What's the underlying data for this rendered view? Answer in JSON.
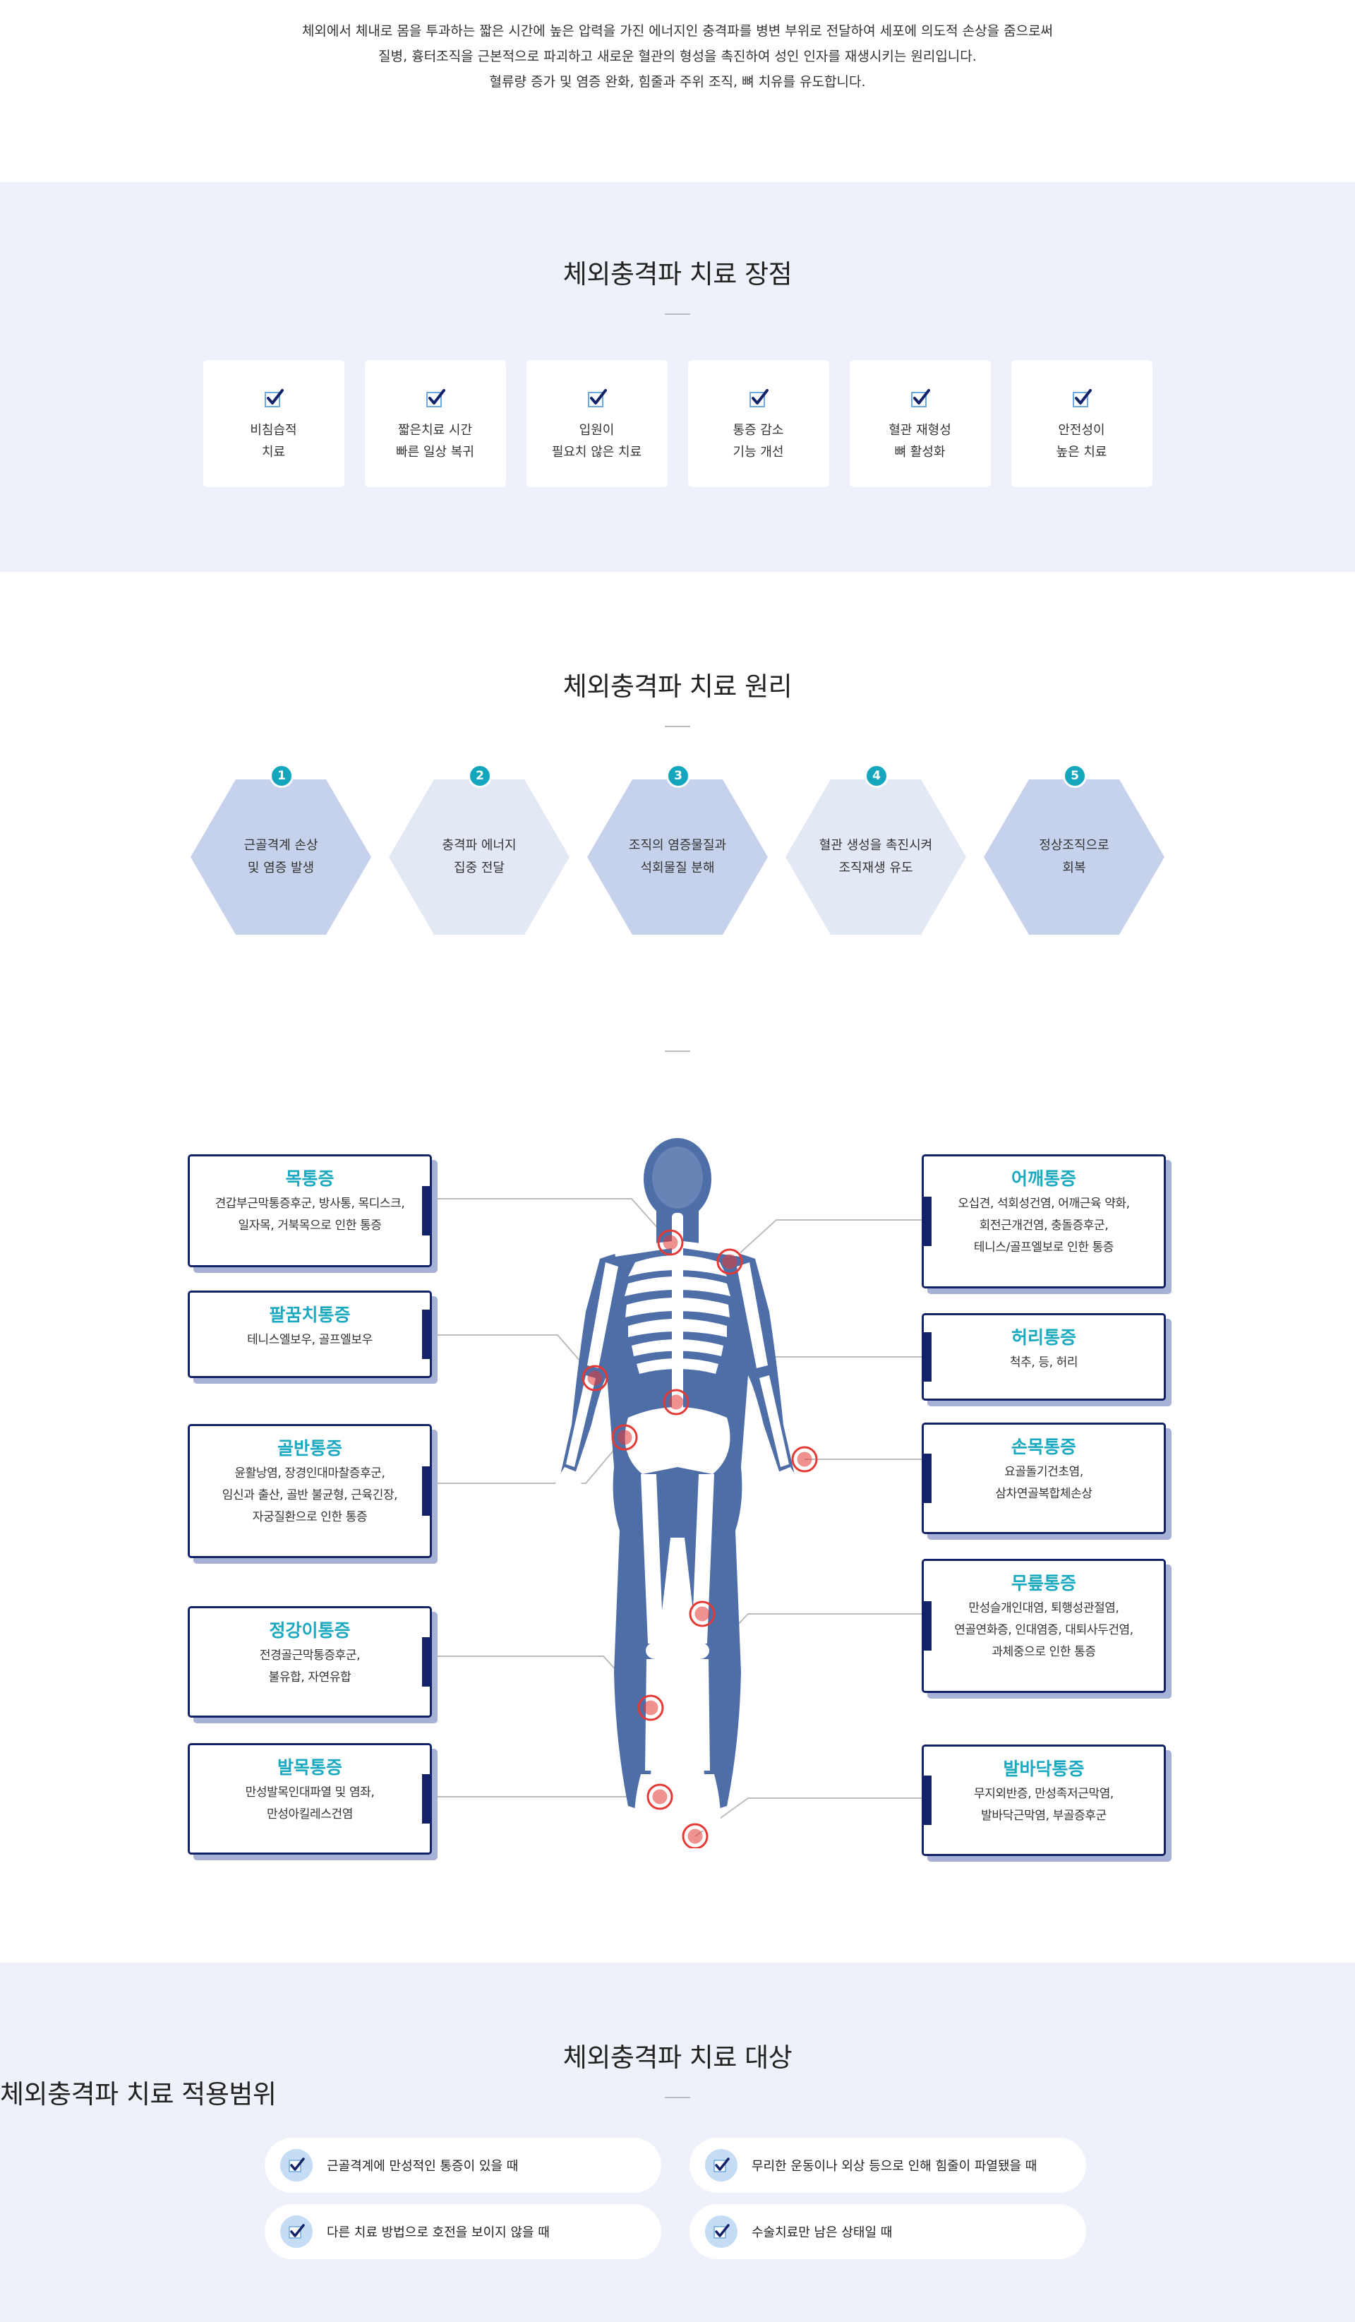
{
  "intro": {
    "line1": "체외에서 체내로 몸을 투과하는 짧은 시간에 높은 압력을 가진 에너지인 충격파를 병변 부위로 전달하여 세포에 의도적 손상을 줌으로써",
    "line2": "질병, 흉터조직을 근본적으로 파괴하고 새로운 혈관의 형성을 촉진하여 성인 인자를 재생시키는 원리입니다.",
    "line3": "혈류량 증가 및 염증 완화, 힘줄과 주위 조직, 뼈 치유를 유도합니다."
  },
  "advantages": {
    "title": "체외충격파 치료 장점",
    "items": [
      {
        "line1": "비침습적",
        "line2": "치료"
      },
      {
        "line1": "짧은치료 시간",
        "line2": "빠른 일상 복귀"
      },
      {
        "line1": "입원이",
        "line2": "필요치 않은 치료"
      },
      {
        "line1": "통증 감소",
        "line2": "기능 개선"
      },
      {
        "line1": "혈관 재형성",
        "line2": "뼈 활성화"
      },
      {
        "line1": "안전성이",
        "line2": "높은 치료"
      }
    ]
  },
  "principle": {
    "title": "체외충격파 치료 원리",
    "steps": [
      {
        "num": "1",
        "line1": "근골격계 손상",
        "line2": "및 염증 발생"
      },
      {
        "num": "2",
        "line1": "충격파 에너지",
        "line2": "집중 전달"
      },
      {
        "num": "3",
        "line1": "조직의 염증물질과",
        "line2": "석회물질 분해"
      },
      {
        "num": "4",
        "line1": "혈관 생성을 촉진시켜",
        "line2": "조직재생 유도"
      },
      {
        "num": "5",
        "line1": "정상조직으로",
        "line2": "회복"
      }
    ]
  },
  "range": {
    "title": "체외충격파 치료 적용범위",
    "left": [
      {
        "title": "목통증",
        "lines": [
          "견갑부근막통증후군, 방사통, 목디스크,",
          "일자목, 거북목으로 인한 통증"
        ]
      },
      {
        "title": "팔꿈치통증",
        "lines": [
          "테니스엘보우, 골프엘보우"
        ]
      },
      {
        "title": "골반통증",
        "lines": [
          "윤활낭염, 장경인대마찰증후군,",
          "임신과 출산, 골반 불균형, 근육긴장,",
          "자궁질환으로 인한 통증"
        ]
      },
      {
        "title": "정강이통증",
        "lines": [
          "전경골근막통증후군,",
          "불유합, 자연유합"
        ]
      },
      {
        "title": "발목통증",
        "lines": [
          "만성발목인대파열 및 염좌,",
          "만성아킬레스건염"
        ]
      }
    ],
    "right": [
      {
        "title": "어깨통증",
        "lines": [
          "오십견, 석회성건염, 어깨근육 약화,",
          "회전근개건염, 충돌증후군,",
          "테니스/골프엘보로 인한 통증"
        ]
      },
      {
        "title": "허리통증",
        "lines": [
          "척추, 등, 허리"
        ]
      },
      {
        "title": "손목통증",
        "lines": [
          "요골돌기건초염,",
          "삼차연골복합체손상"
        ]
      },
      {
        "title": "무릎통증",
        "lines": [
          "만성슬개인대염, 퇴행성관절염,",
          "연골연화증, 인대염증, 대퇴사두건염,",
          "과체중으로 인한 통증"
        ]
      },
      {
        "title": "발바닥통증",
        "lines": [
          "무지외반증, 만성족저근막염,",
          "발바닥근막염, 부골증후군"
        ]
      }
    ]
  },
  "target": {
    "title": "체외충격파 치료 대상",
    "items": [
      "근골격계에 만성적인 통증이 있을 때",
      "무리한 운동이나 외상 등으로 인해 힘줄이 파열됐을 때",
      "다른 치료 방법으로 호전을 보이지 않을 때",
      "수술치료만 남은 상태일 때"
    ]
  },
  "colors": {
    "accent": "#1aa9c0",
    "navy": "#12236a",
    "body_blue": "#4e6ea8",
    "pain_red": "#e53935",
    "section_bg": "#eef1f9"
  }
}
